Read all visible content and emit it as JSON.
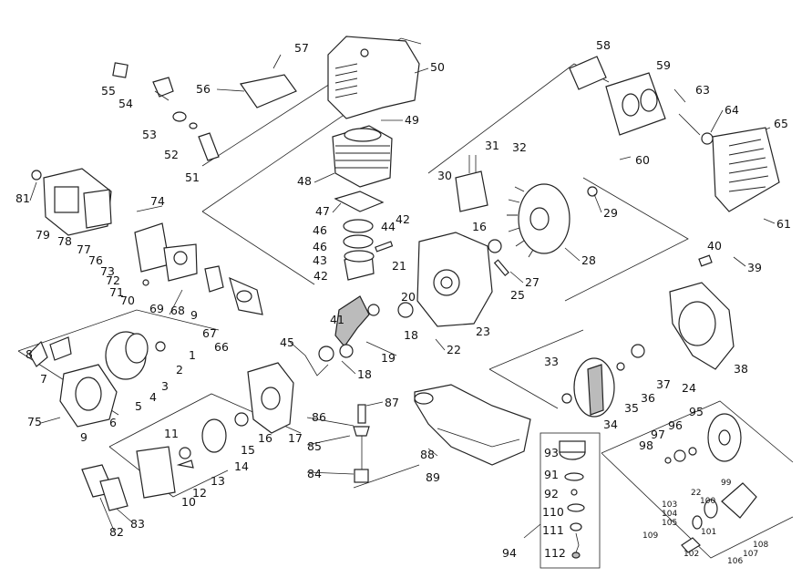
{
  "diagram": {
    "labels": {
      "l1": "1",
      "l2": "2",
      "l3": "3",
      "l4": "4",
      "l5": "5",
      "l6": "6",
      "l7": "7",
      "l8": "8",
      "l9a": "9",
      "l9b": "9",
      "l10": "10",
      "l11": "11",
      "l12": "12",
      "l13": "13",
      "l14": "14",
      "l15": "15",
      "l16a": "16",
      "l16b": "16",
      "l17": "17",
      "l18a": "18",
      "l18b": "18",
      "l19": "19",
      "l20": "20",
      "l21": "21",
      "l22a": "22",
      "l22b": "22",
      "l23": "23",
      "l24": "24",
      "l25": "25",
      "l27": "27",
      "l28": "28",
      "l29": "29",
      "l30": "30",
      "l31": "31",
      "l32": "32",
      "l33": "33",
      "l34": "34",
      "l35": "35",
      "l36": "36",
      "l37": "37",
      "l38": "38",
      "l39": "39",
      "l40": "40",
      "l41": "41",
      "l42a": "42",
      "l42b": "42",
      "l43": "43",
      "l44": "44",
      "l45": "45",
      "l46a": "46",
      "l46b": "46",
      "l47": "47",
      "l48": "48",
      "l49": "49",
      "l50": "50",
      "l51": "51",
      "l52": "52",
      "l53": "53",
      "l54": "54",
      "l55": "55",
      "l56": "56",
      "l57": "57",
      "l58": "58",
      "l59": "59",
      "l60": "60",
      "l61": "61",
      "l63": "63",
      "l64": "64",
      "l65": "65",
      "l66": "66",
      "l67": "67",
      "l68": "68",
      "l69": "69",
      "l70": "70",
      "l71": "71",
      "l72": "72",
      "l73": "73",
      "l74": "74",
      "l75": "75",
      "l76": "76",
      "l77": "77",
      "l78": "78",
      "l79": "79",
      "l81": "81",
      "l82": "82",
      "l83": "83",
      "l84": "84",
      "l85": "85",
      "l86": "86",
      "l87": "87",
      "l88": "88",
      "l89": "89",
      "l91": "91",
      "l92": "92",
      "l93": "93",
      "l94": "94",
      "l95": "95",
      "l96": "96",
      "l97": "97",
      "l98": "98",
      "l99": "99",
      "l100": "100",
      "l101": "101",
      "l102": "102",
      "l103": "103",
      "l104": "104",
      "l105": "105",
      "l106": "106",
      "l107": "107",
      "l108": "108",
      "l109": "109",
      "l110": "110",
      "l111": "111",
      "l112": "112"
    }
  }
}
